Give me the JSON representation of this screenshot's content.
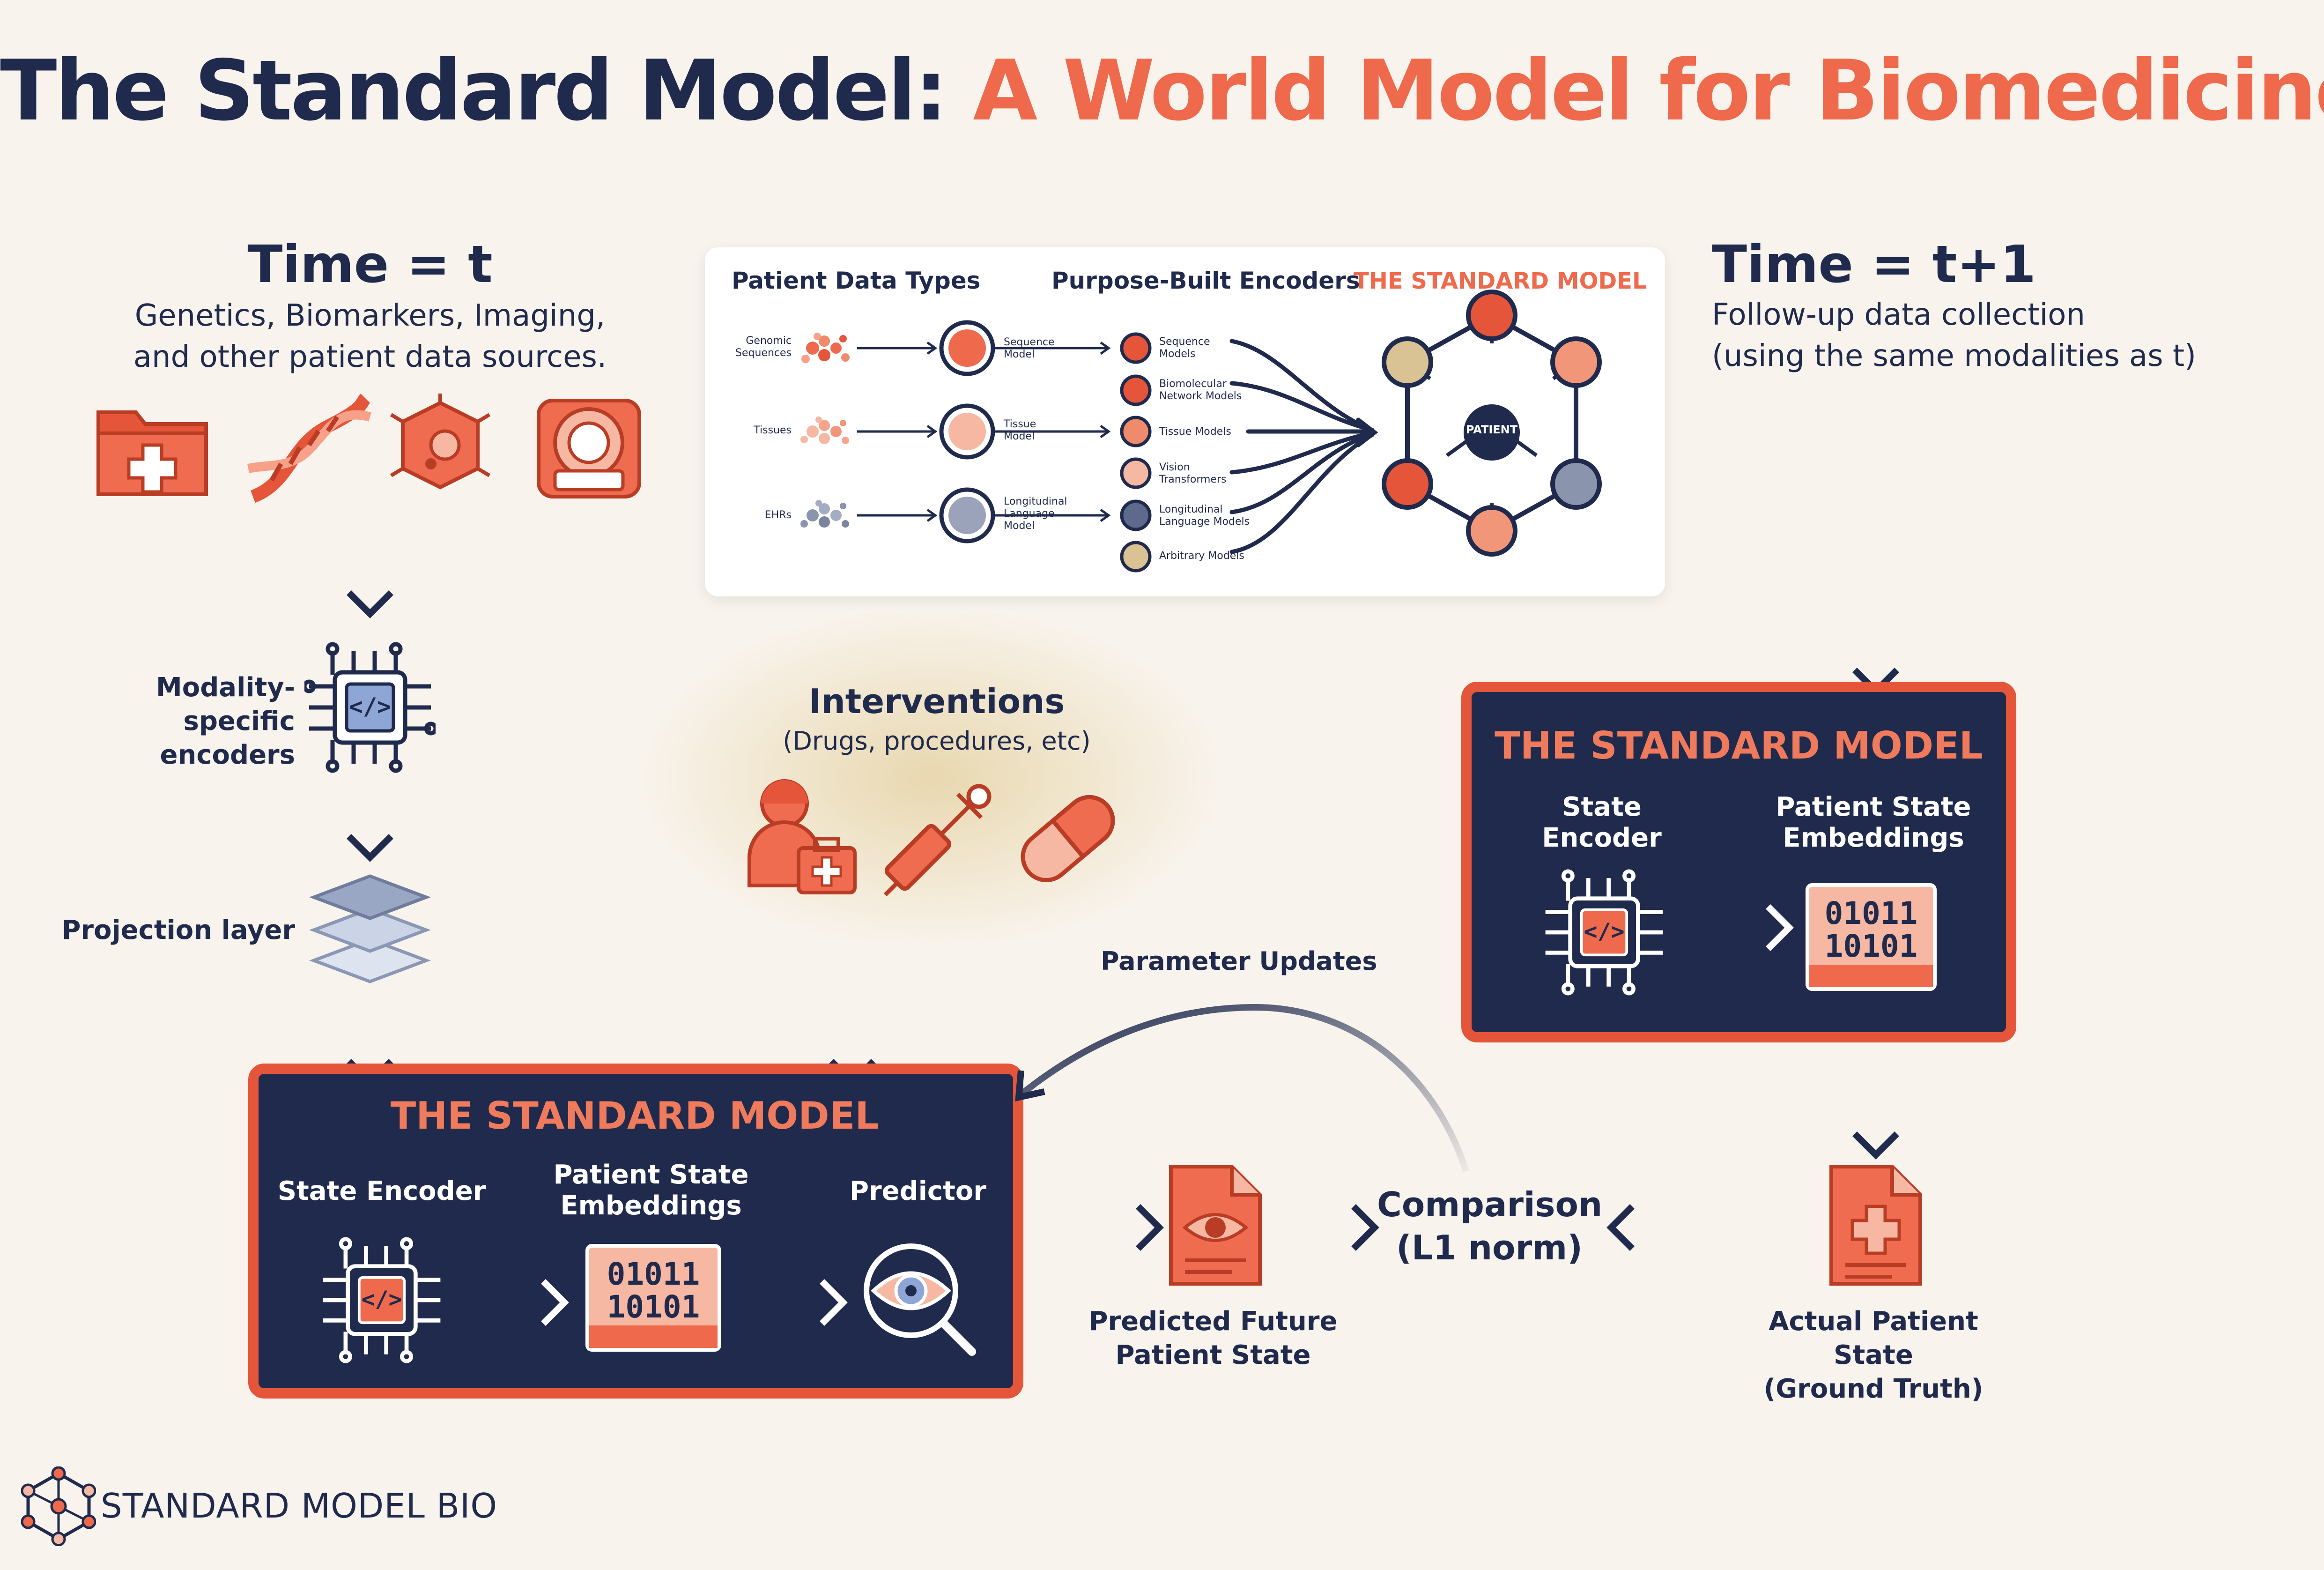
{
  "title": {
    "part1": "The Standard Model:",
    "part2": "A World Model for Biomedicine"
  },
  "left": {
    "time_label": "Time = t",
    "description_line1": "Genetics, Biomarkers, Imaging,",
    "description_line2": "and other patient data sources.",
    "encoders_line1": "Modality-specific",
    "encoders_line2": "encoders",
    "projection_label": "Projection layer"
  },
  "panel": {
    "col1_header": "Patient Data Types",
    "col2_header": "Purpose-Built Encoders",
    "col3_header": "THE STANDARD MODEL",
    "data_types": [
      {
        "line1": "Genomic",
        "line2": "Sequences"
      },
      {
        "line1": "Tissues",
        "line2": ""
      },
      {
        "line1": "EHRs",
        "line2": ""
      }
    ],
    "mid_models": [
      {
        "line1": "Sequence",
        "line2": "Model",
        "line3": ""
      },
      {
        "line1": "Tissue",
        "line2": "Model",
        "line3": ""
      },
      {
        "line1": "Longitudinal",
        "line2": "Language",
        "line3": "Model"
      }
    ],
    "encoders": [
      {
        "line1": "Sequence",
        "line2": "Models"
      },
      {
        "line1": "Biomolecular",
        "line2": "Network Models"
      },
      {
        "line1": "Tissue Models",
        "line2": ""
      },
      {
        "line1": "Vision",
        "line2": "Transformers"
      },
      {
        "line1": "Longitudinal",
        "line2": "Language Models"
      },
      {
        "line1": "Arbitrary Models",
        "line2": ""
      }
    ],
    "hub_label": "PATIENT"
  },
  "right": {
    "time_label": "Time = t+1",
    "description_line1": "Follow-up data collection",
    "description_line2": "(using the same modalities as t)"
  },
  "interventions": {
    "title": "Interventions",
    "subtitle": "(Drugs, procedures, etc)"
  },
  "main_model": {
    "title": "THE STANDARD MODEL",
    "state_encoder": "State Encoder",
    "embeddings_line1": "Patient State",
    "embeddings_line2": "Embeddings",
    "predictor": "Predictor",
    "binary_line1": "01011",
    "binary_line2": "10101"
  },
  "right_model": {
    "title": "THE STANDARD MODEL",
    "encoder_line1": "State",
    "encoder_line2": "Encoder",
    "embeddings_line1": "Patient State",
    "embeddings_line2": "Embeddings",
    "binary_line1": "01011",
    "binary_line2": "10101"
  },
  "parameter_updates": "Parameter Updates",
  "comparison": {
    "line1": "Comparison",
    "line2": "(L1 norm)"
  },
  "predicted": {
    "line1": "Predicted Future",
    "line2": "Patient State"
  },
  "actual": {
    "line1": "Actual Patient State",
    "line2": "(Ground Truth)"
  },
  "brand": "STANDARD MODEL BIO",
  "colors": {
    "navy": "#1f2a4d",
    "coral": "#ef6a4c",
    "red": "#e4553a",
    "background": "#f8f3ec",
    "peach": "#f7b8a3"
  }
}
